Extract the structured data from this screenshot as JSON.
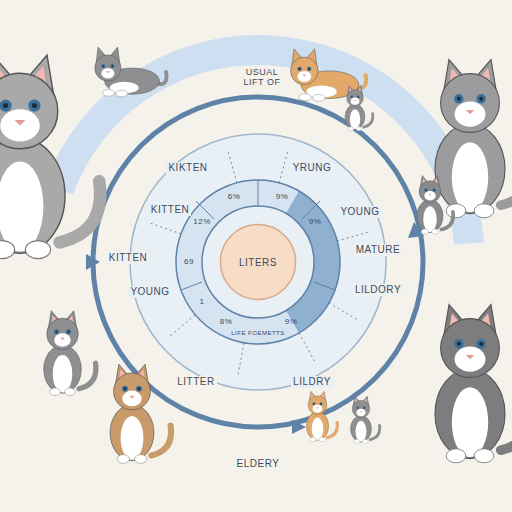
{
  "diagram": {
    "nodes": [
      {
        "text": [
          "LITERS"
        ]
      }
    ],
    "labels": [
      "USUAL LIFT OF",
      "KIKTEN",
      "YRUNG",
      "KITTEN",
      "YOUNG",
      "KITTEN",
      "MATURE",
      "YOUNG",
      "LILDORY",
      "LITTER",
      "LILDRY",
      "ELDERY",
      "12%",
      "6%",
      "9%",
      "9%",
      "69",
      "1",
      "8%",
      "9%",
      "LIFE FOEMETTS"
    ]
  }
}
